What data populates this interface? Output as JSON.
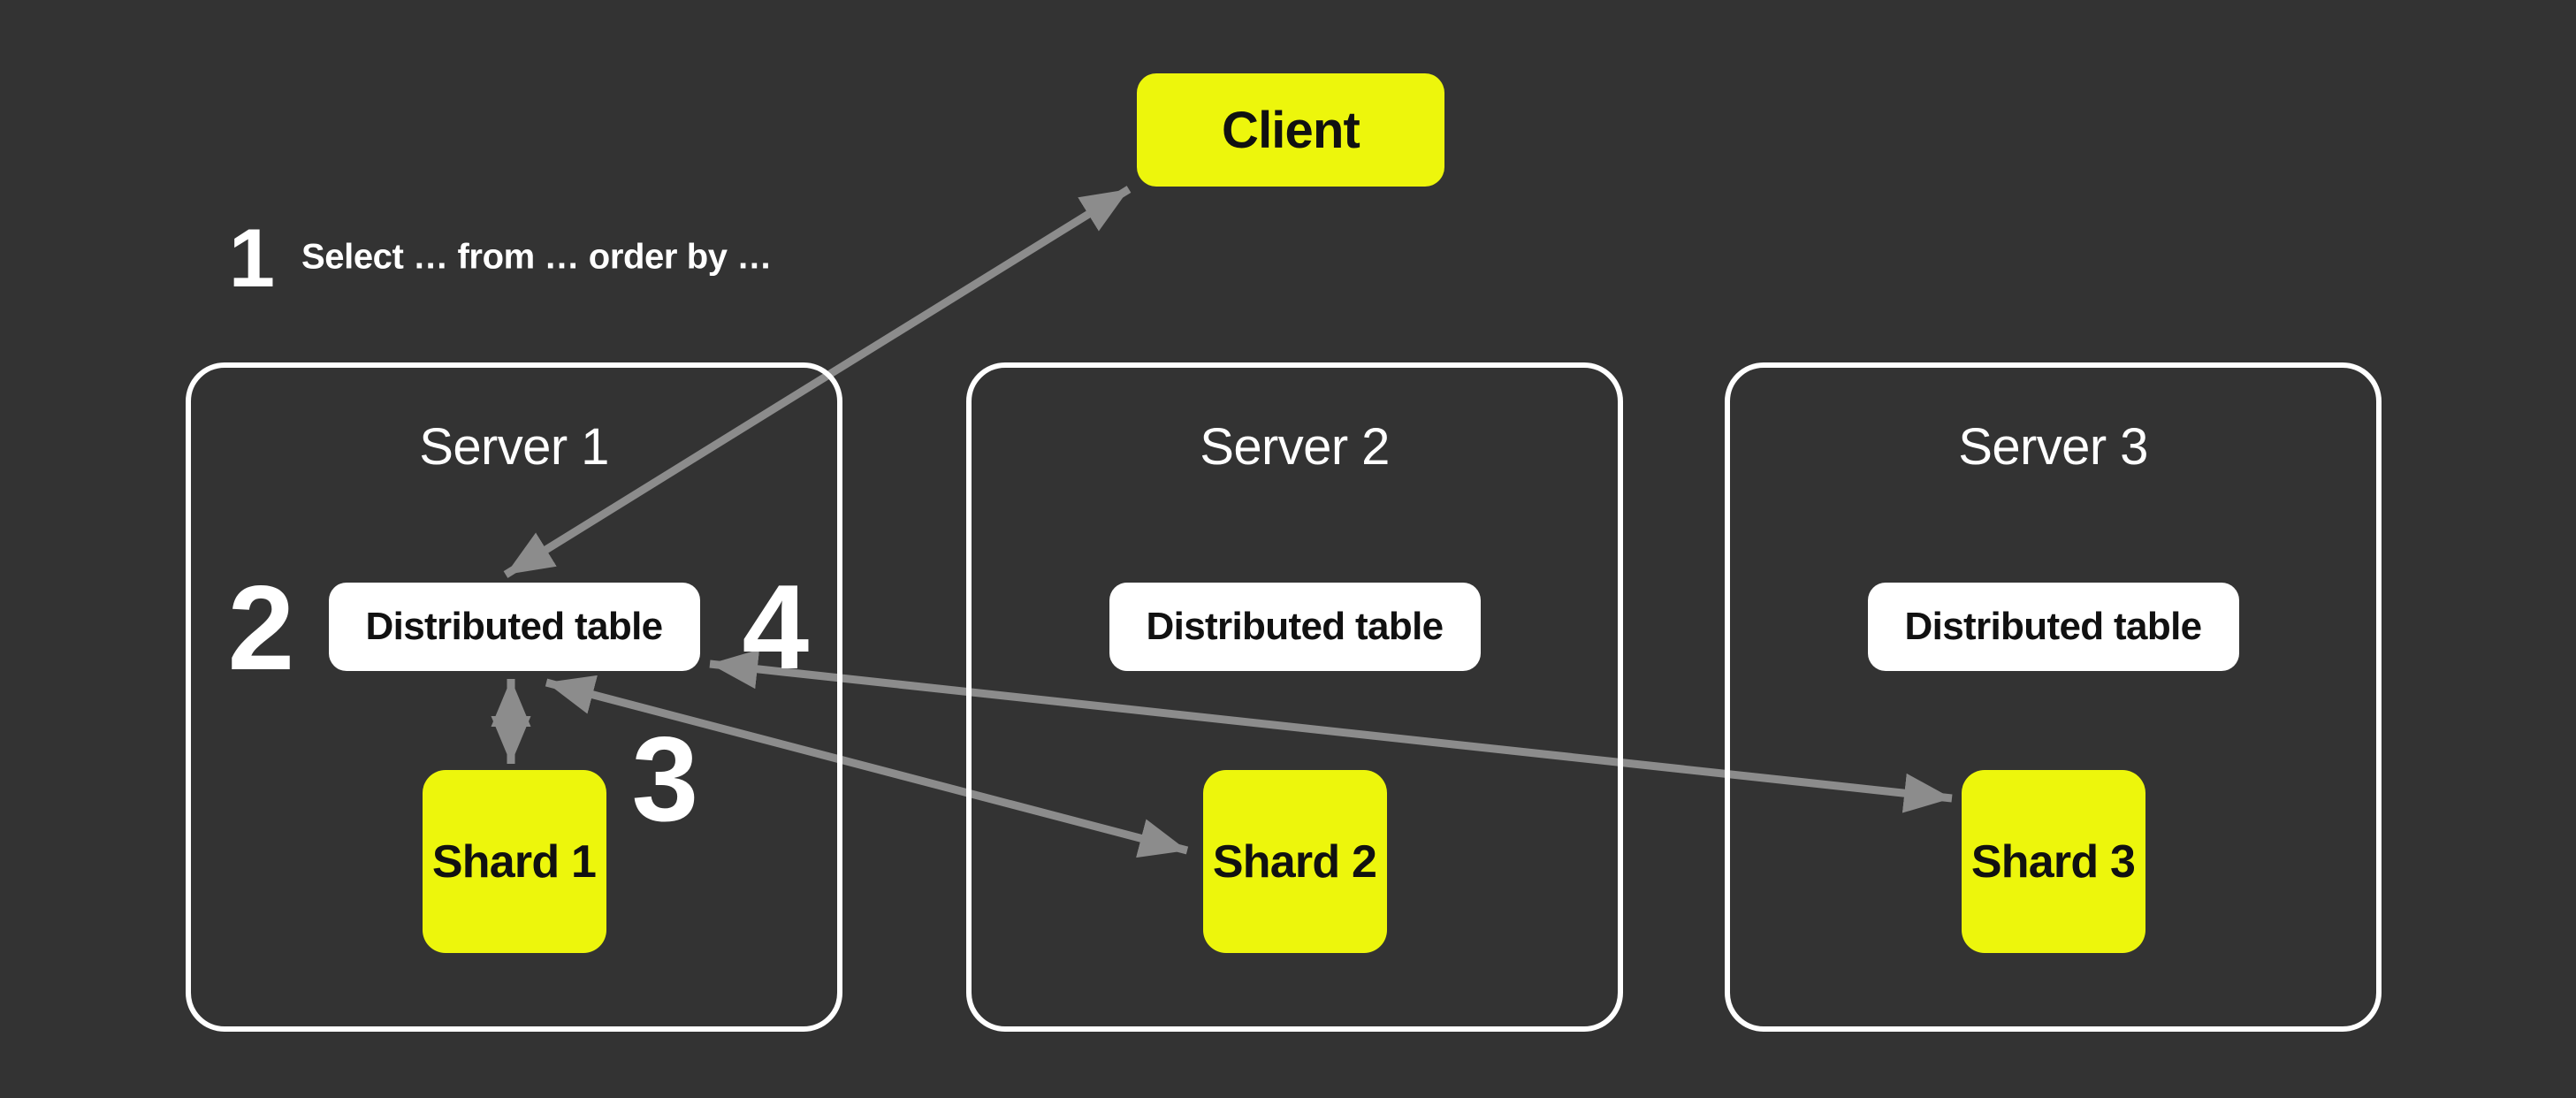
{
  "colors": {
    "background": "#333333",
    "accent_yellow": "#EDF60C",
    "box_white": "#FFFFFF",
    "arrow_gray": "#8C8C8C",
    "text_dark": "#111111",
    "text_light": "#FFFFFF"
  },
  "client": {
    "label": "Client"
  },
  "annotation": {
    "number": "1",
    "query": "Select … from … order by …"
  },
  "steps": {
    "two": "2",
    "three": "3",
    "four": "4"
  },
  "servers": [
    {
      "title": "Server 1",
      "table_label": "Distributed table",
      "shard_label": "Shard 1"
    },
    {
      "title": "Server 2",
      "table_label": "Distributed table",
      "shard_label": "Shard 2"
    },
    {
      "title": "Server 3",
      "table_label": "Distributed table",
      "shard_label": "Shard 3"
    }
  ],
  "connections": [
    {
      "from": "Distributed table (Server 1)",
      "to": "Client",
      "style": "bidirectional-arrow"
    },
    {
      "from": "Distributed table (Server 1)",
      "to": "Shard 1",
      "style": "bidirectional-arrow"
    },
    {
      "from": "Distributed table (Server 1)",
      "to": "Shard 2",
      "style": "bidirectional-arrow"
    },
    {
      "from": "Distributed table (Server 1)",
      "to": "Shard 3",
      "style": "bidirectional-arrow"
    }
  ]
}
